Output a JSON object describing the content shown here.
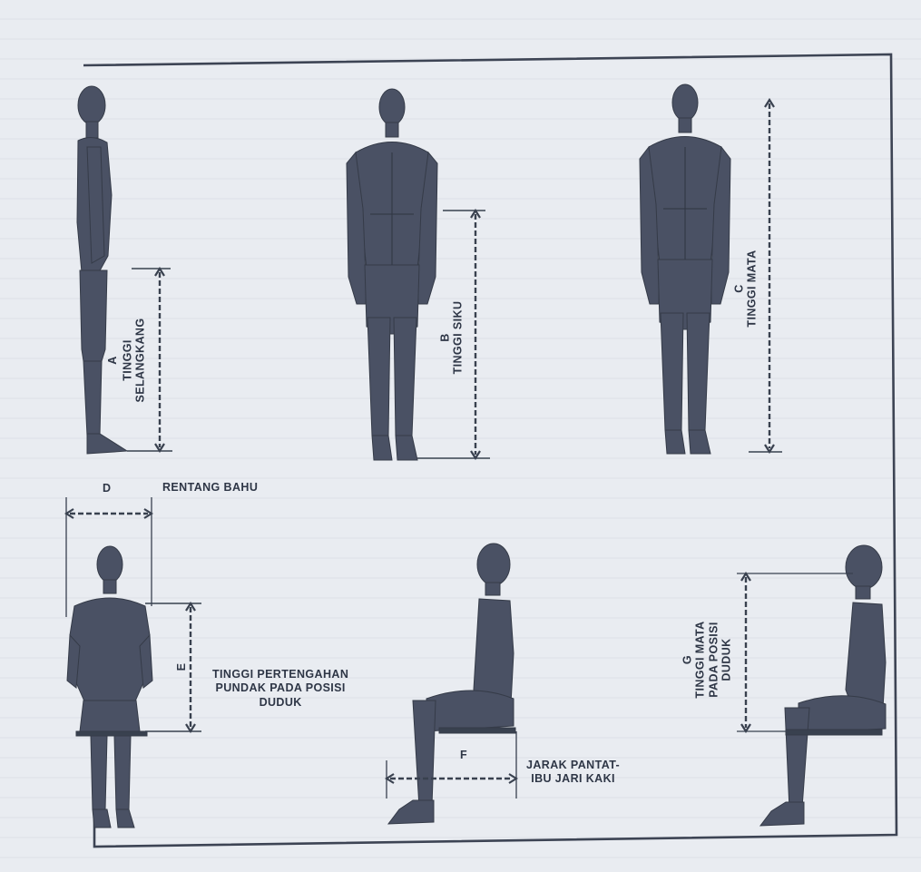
{
  "measures": {
    "a": {
      "letter": "A",
      "line1": "TINGGI",
      "line2": "SELANGKANG"
    },
    "b": {
      "letter": "B",
      "line1": "TINGGI SIKU"
    },
    "c": {
      "letter": "C",
      "line1": "TINGGI MATA"
    },
    "d": {
      "letter": "D",
      "label": "RENTANG BAHU"
    },
    "e": {
      "letter": "E",
      "line1": "TINGGI PERTENGAHAN",
      "line2": "PUNDAK PADA POSISI",
      "line3": "DUDUK"
    },
    "f": {
      "letter": "F",
      "line1": "JARAK PANTAT-",
      "line2": "IBU JARI KAKI"
    },
    "g": {
      "letter": "G",
      "line1": "TINGGI MATA",
      "line2": "PADA POSISI",
      "line3": "DUDUK"
    }
  },
  "colors": {
    "background": "#e9ecf1",
    "figure": "#4a5164",
    "line": "#39414f"
  }
}
